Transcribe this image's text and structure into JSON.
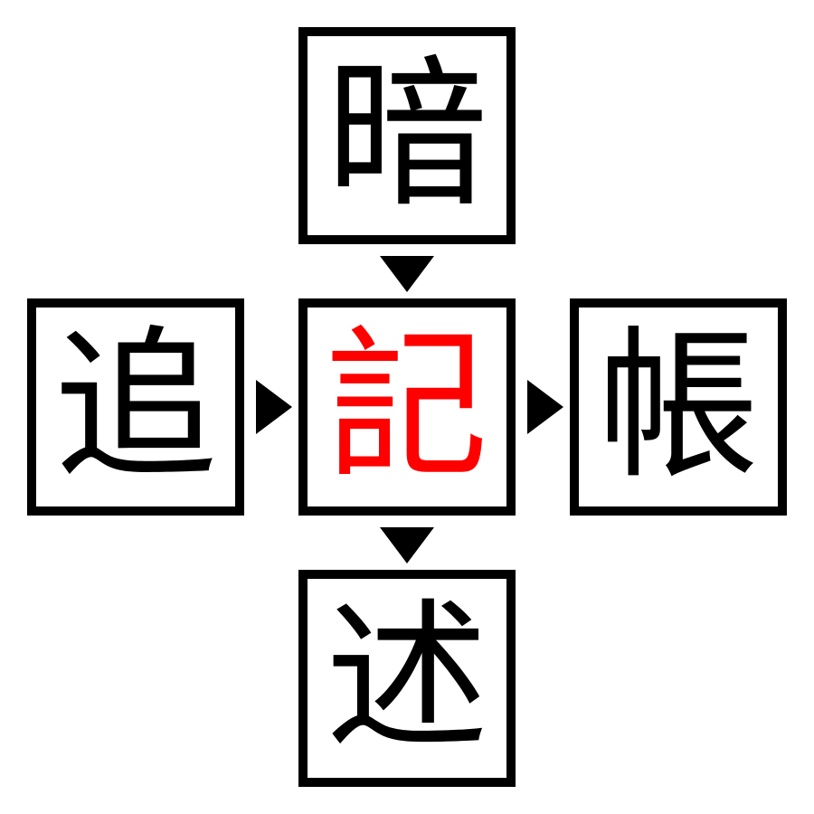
{
  "puzzle": {
    "top": "暗",
    "left": "追",
    "center": "記",
    "right": "帳",
    "bottom": "述"
  },
  "colors": {
    "center_char": "#ff0000",
    "chars": "#000000",
    "border": "#000000"
  }
}
